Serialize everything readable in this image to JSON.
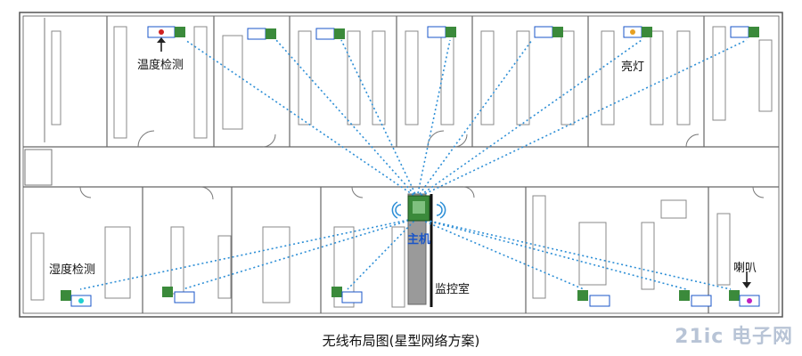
{
  "labels": {
    "temp_detect": "温度检测",
    "humidity_detect": "湿度检测",
    "light": "亮灯",
    "host": "主机",
    "speaker": "喇叭",
    "monitor_room": "监控室"
  },
  "caption": "无线布局图(星型网络方案)",
  "watermark": "21ic 电子网",
  "colors": {
    "wall": "#555555",
    "link": "#2e8fd6",
    "node_green": "#3b8a3b",
    "monitor_bar": "#9a9a9a"
  }
}
